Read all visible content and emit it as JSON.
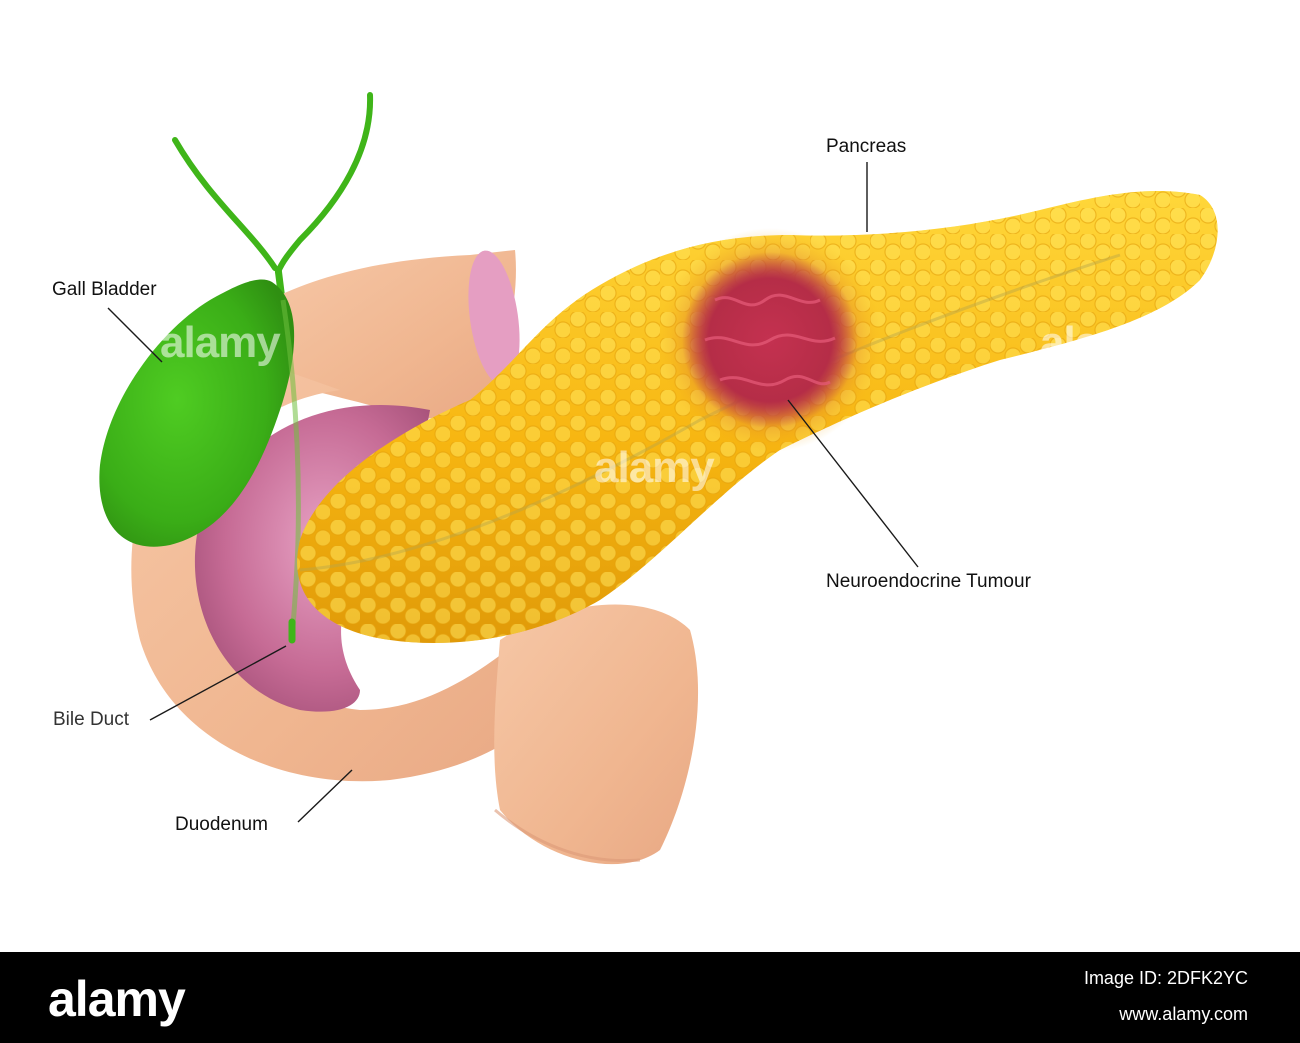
{
  "labels": {
    "pancreas": "Pancreas",
    "gall_bladder": "Gall Bladder",
    "neuroendocrine_tumour": "Neuroendocrine Tumour",
    "bile_duct": "Bile Duct",
    "duodenum": "Duodenum"
  },
  "watermark": "alamy",
  "footer": {
    "brand": "alamy",
    "image_id": "Image ID: 2DFK2YC",
    "url": "www.alamy.com"
  },
  "colors": {
    "pancreas": "#f5b40f",
    "pancreas_highlight": "#ffe04a",
    "tumour": "#b8304a",
    "gall_bladder": "#3fb519",
    "duodenum": "#f1b896",
    "duodenum_inner": "#c46a92",
    "footer_bg": "#000000"
  }
}
